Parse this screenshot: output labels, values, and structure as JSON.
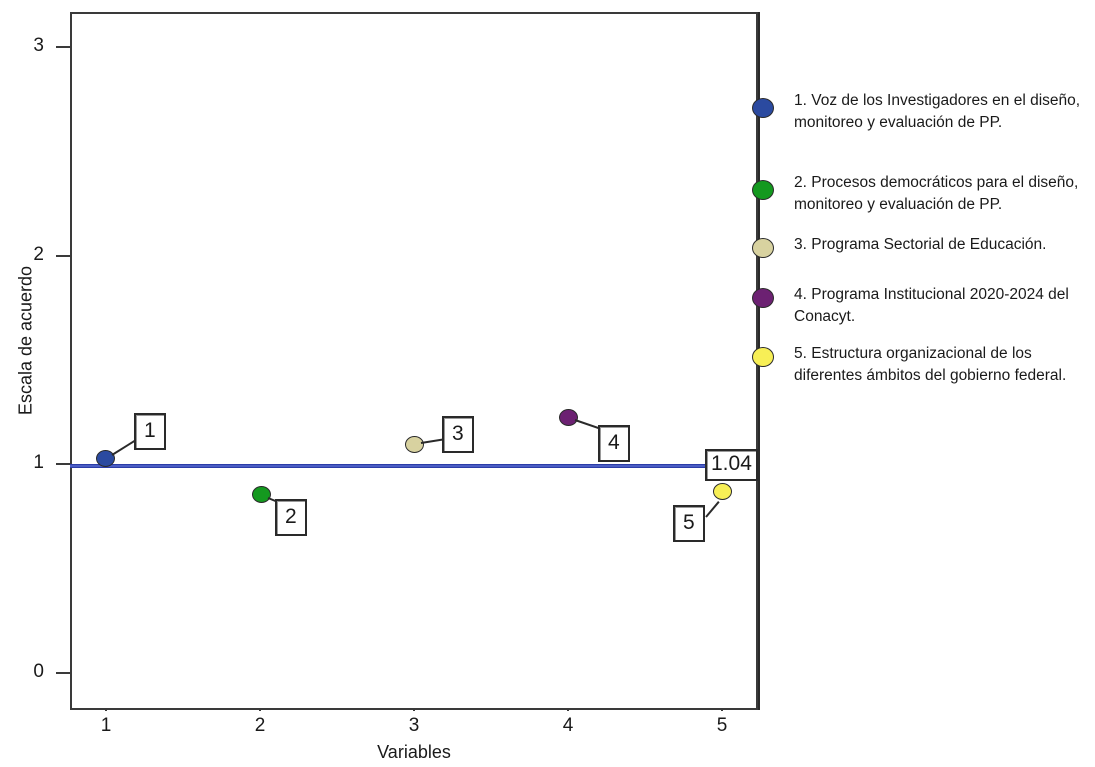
{
  "chart_data": {
    "type": "scatter",
    "title": "",
    "xlabel": "Variables",
    "ylabel": "Escala de acuerdo",
    "xlim": [
      0.6,
      5.4
    ],
    "ylim": [
      0,
      3.15
    ],
    "xticks": [
      "1",
      "2",
      "3",
      "4",
      "5"
    ],
    "yticks": [
      "0",
      "1",
      "2",
      "3"
    ],
    "grid": false,
    "legend_position": "right",
    "reference_line": {
      "value": 1.04,
      "label": "1.04",
      "color": "#4b5ec4",
      "orientation": "horizontal"
    },
    "categories": [
      1,
      2,
      3,
      4,
      5
    ],
    "values": [
      1.03,
      0.86,
      1.1,
      1.22,
      0.87
    ],
    "points": [
      {
        "label": "1",
        "x": 1,
        "y": 1.03,
        "color": "#2b4aa0"
      },
      {
        "label": "2",
        "x": 2,
        "y": 0.86,
        "color": "#14991f"
      },
      {
        "label": "3",
        "x": 3,
        "y": 1.1,
        "color": "#d8d2a0"
      },
      {
        "label": "4",
        "x": 4,
        "y": 1.22,
        "color": "#6c2172"
      },
      {
        "label": "5",
        "x": 5,
        "y": 0.87,
        "color": "#f7ef56"
      }
    ],
    "legend": [
      {
        "marker_color": "#2b4aa0",
        "text": "1. Voz de los Investigadores en el diseño, monitoreo y evaluación de PP."
      },
      {
        "marker_color": "#14991f",
        "text": "2. Procesos democráticos para el diseño, monitoreo y evaluación de PP."
      },
      {
        "marker_color": "#d8d2a0",
        "text": "3. Programa Sectorial de Educación."
      },
      {
        "marker_color": "#6c2172",
        "text": "4. Programa Institucional 2020-2024 del Conacyt."
      },
      {
        "marker_color": "#f7ef56",
        "text": "5. Estructura organizacional de los diferentes ámbitos del gobierno federal."
      }
    ]
  },
  "axes": {
    "y_title": "Escala de acuerdo",
    "x_title": "Variables",
    "y_tick_labels": [
      "3",
      "2",
      "1",
      "0"
    ],
    "x_tick_labels": [
      "1",
      "2",
      "3",
      "4",
      "5"
    ]
  },
  "callouts": [
    {
      "label": "1"
    },
    {
      "label": "2"
    },
    {
      "label": "3"
    },
    {
      "label": "4"
    },
    {
      "label": "5"
    }
  ],
  "reference": {
    "label": "1.04"
  }
}
